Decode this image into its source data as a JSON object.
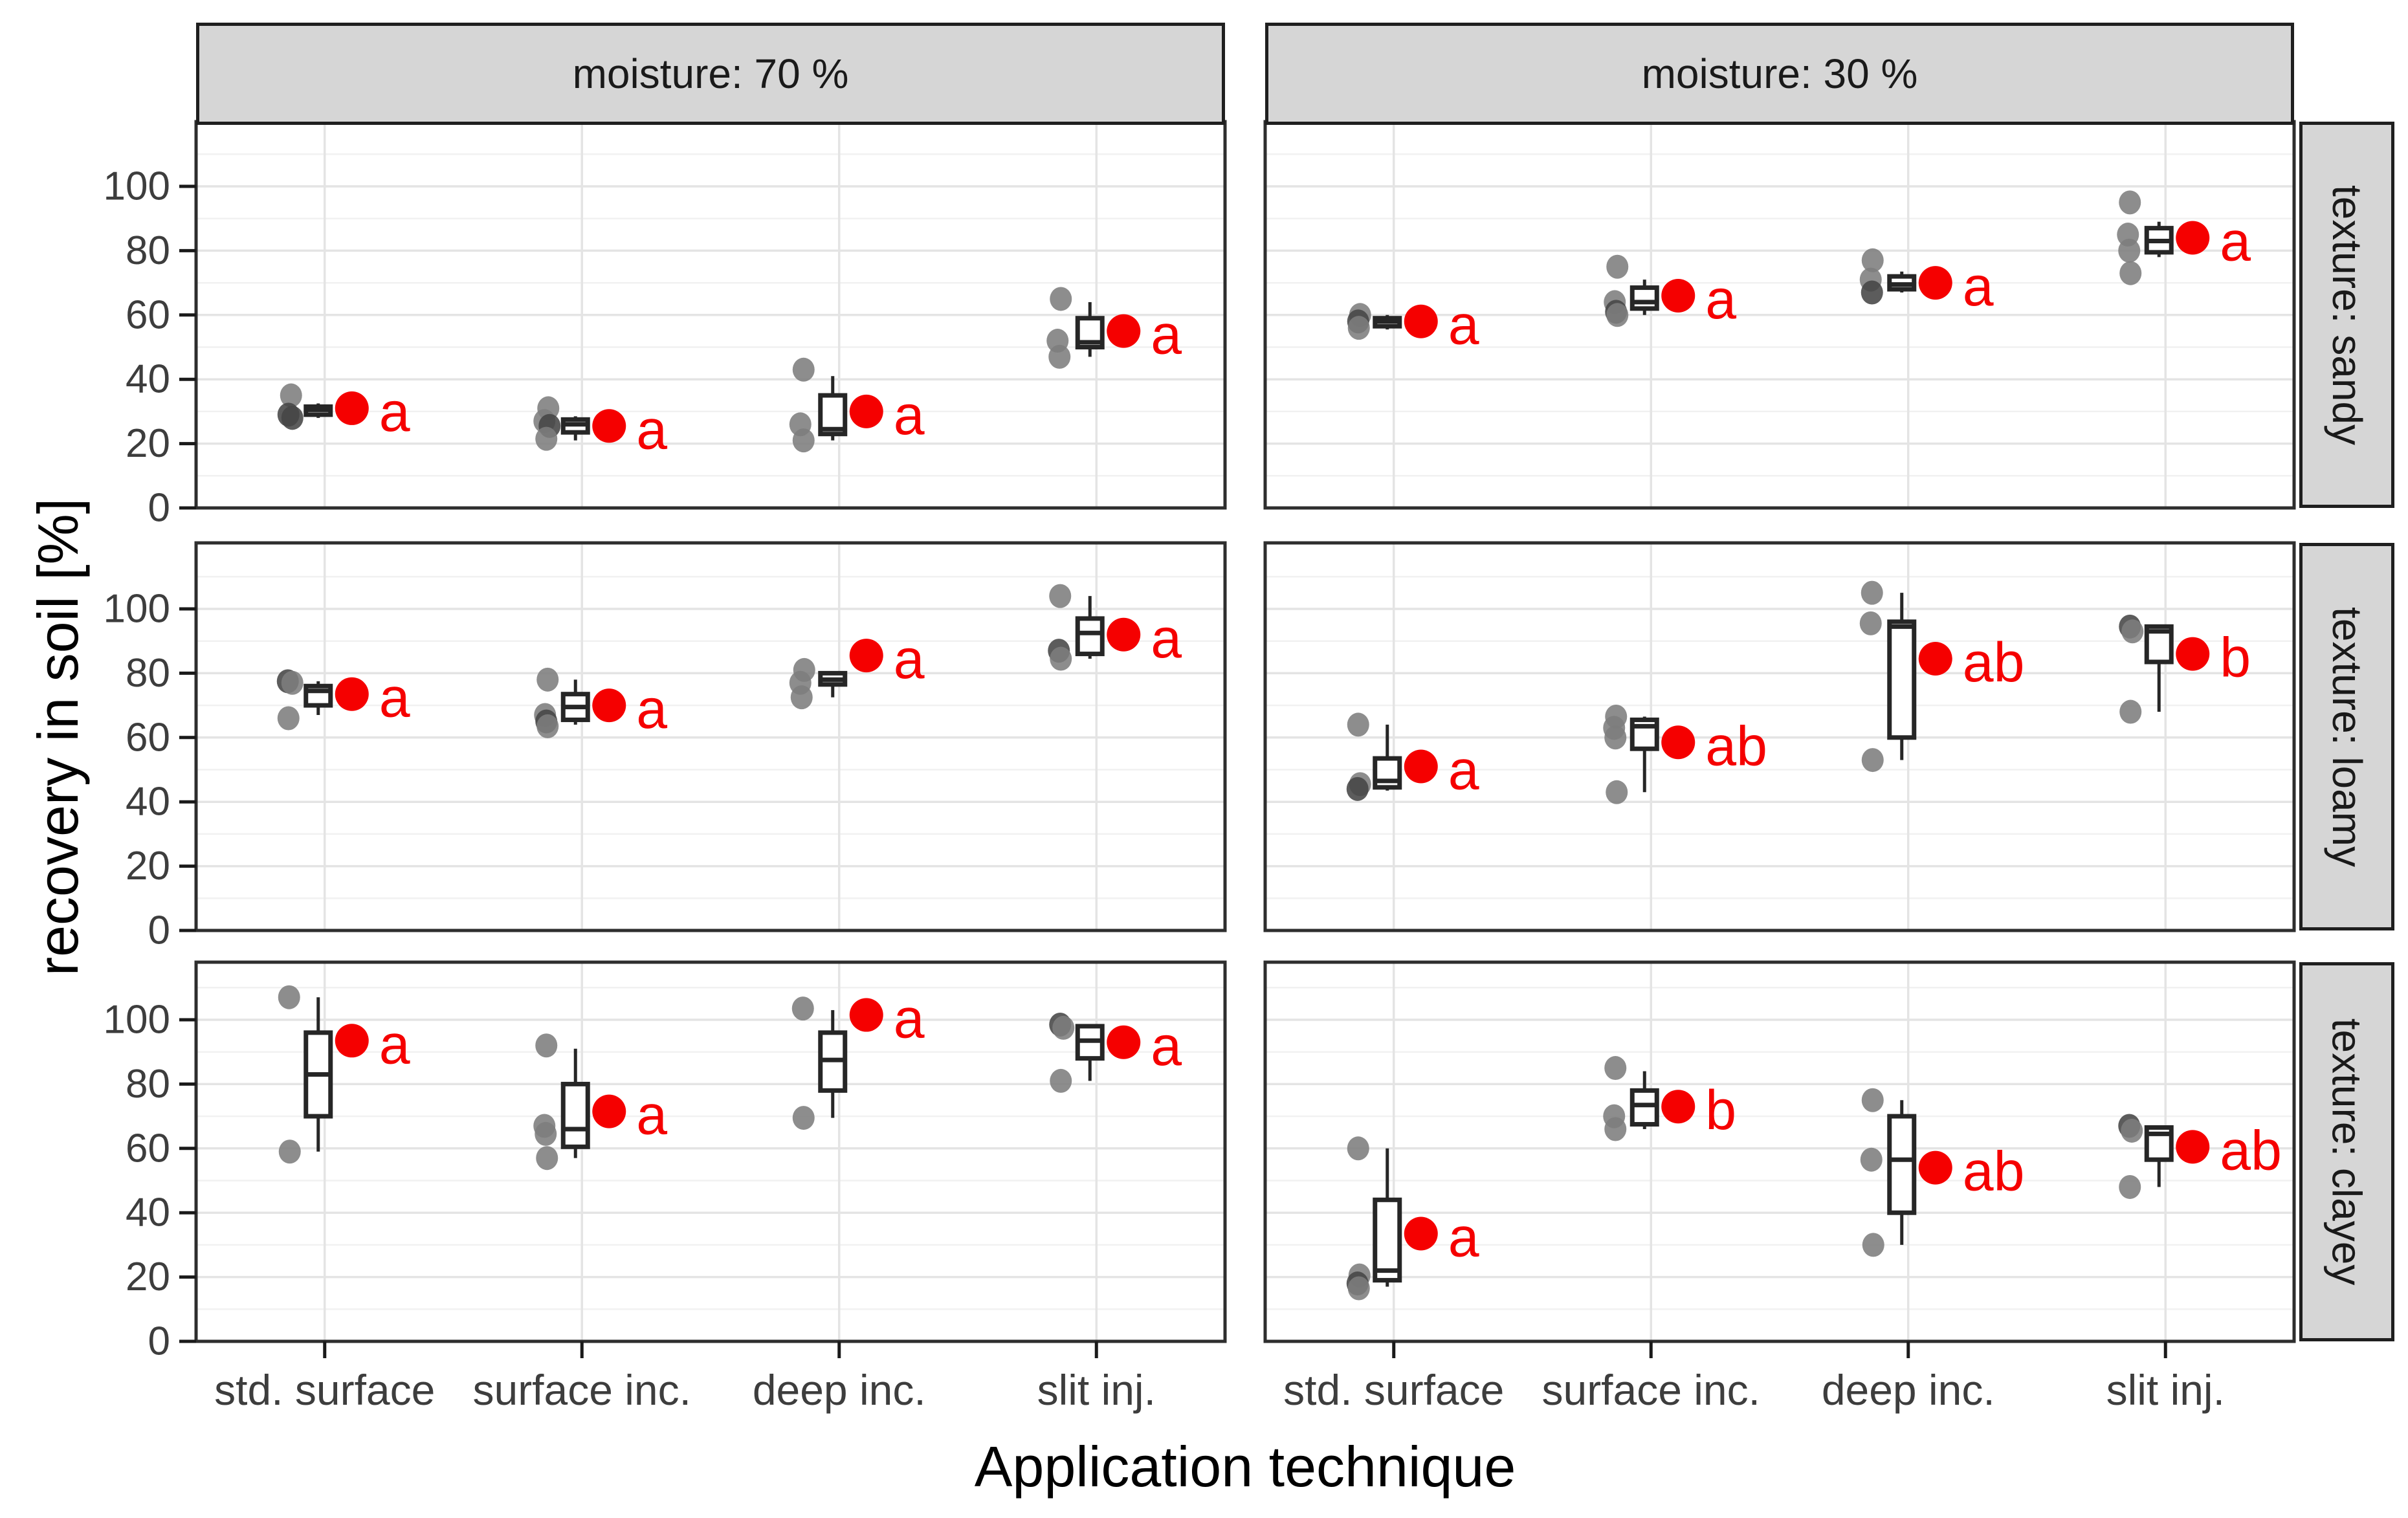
{
  "axes": {
    "y": {
      "title": "recovery in soil [%]",
      "ticks": [
        0,
        20,
        40,
        60,
        80,
        100
      ],
      "unit": "%"
    },
    "x": {
      "title": "Application technique",
      "categories": [
        "std. surface",
        "surface inc.",
        "deep inc.",
        "slit inj."
      ]
    }
  },
  "facets": {
    "col_labels": [
      "moisture: 70 %",
      "moisture: 30 %"
    ],
    "row_labels": [
      "texture: sandy",
      "texture: loamy",
      "texture: clayey"
    ]
  },
  "colors": {
    "mean_point": "#f50000",
    "letter_label": "#f50000",
    "jitter_point": "#7d7d7d",
    "jitter_point_dark": "#454545",
    "box_stroke": "#262626",
    "panel_border": "#2e2e2e",
    "strip_fill": "#d6d6d6",
    "grid_major": "#e4e4e4",
    "grid_minor": "#f1f1f1",
    "tick_label": "#3d3d3d"
  },
  "chart_data": {
    "type": "boxplot",
    "subtype": "boxplot + jittered points + red mean dot + significance letters",
    "categories": [
      "std. surface",
      "surface inc.",
      "deep inc.",
      "slit inj."
    ],
    "ylabel": "recovery in soil [%]",
    "xlabel": "Application technique",
    "ylim": [
      0,
      119
    ],
    "grid": "horizontal every 10, vertical at category centers",
    "panels": [
      {
        "moisture": "70 %",
        "texture": "sandy",
        "groups": [
          {
            "technique": "std. surface",
            "letter": "a",
            "mean": 31,
            "box": {
              "low": 28,
              "q1": 29,
              "median": 30.5,
              "q3": 31.5,
              "high": 32.5
            },
            "points": [
              {
                "v": 35,
                "dx": -52,
                "s": "l"
              },
              {
                "v": 29,
                "dx": -56,
                "s": "d"
              },
              {
                "v": 28,
                "dx": -50,
                "s": "d"
              }
            ]
          },
          {
            "technique": "surface inc.",
            "letter": "a",
            "mean": 25.5,
            "box": {
              "low": 21,
              "q1": 23.5,
              "median": 26,
              "q3": 27.5,
              "high": 28.5
            },
            "points": [
              {
                "v": 31,
                "dx": -52,
                "s": "l"
              },
              {
                "v": 27,
                "dx": -58,
                "s": "l"
              },
              {
                "v": 25.5,
                "dx": -50,
                "s": "d"
              },
              {
                "v": 21.5,
                "dx": -55,
                "s": "l"
              }
            ]
          },
          {
            "technique": "deep inc.",
            "letter": "a",
            "mean": 30,
            "box": {
              "low": 21,
              "q1": 23,
              "median": 24.5,
              "q3": 35,
              "high": 41
            },
            "points": [
              {
                "v": 43,
                "dx": -55,
                "s": "l"
              },
              {
                "v": 26,
                "dx": -60,
                "s": "l"
              },
              {
                "v": 21,
                "dx": -55,
                "s": "l"
              }
            ]
          },
          {
            "technique": "slit inj.",
            "letter": "a",
            "mean": 55,
            "box": {
              "low": 47,
              "q1": 50,
              "median": 51.5,
              "q3": 59,
              "high": 64
            },
            "points": [
              {
                "v": 65,
                "dx": -55,
                "s": "l"
              },
              {
                "v": 52,
                "dx": -60,
                "s": "l"
              },
              {
                "v": 47,
                "dx": -57,
                "s": "l"
              }
            ]
          }
        ]
      },
      {
        "moisture": "30 %",
        "texture": "sandy",
        "groups": [
          {
            "technique": "std. surface",
            "letter": "a",
            "mean": 58,
            "box": {
              "low": 55.5,
              "q1": 56.5,
              "median": 58,
              "q3": 59,
              "high": 60
            },
            "points": [
              {
                "v": 60,
                "dx": -52,
                "s": "l"
              },
              {
                "v": 58,
                "dx": -55,
                "s": "d"
              },
              {
                "v": 56,
                "dx": -54,
                "s": "l"
              }
            ]
          },
          {
            "technique": "surface inc.",
            "letter": "a",
            "mean": 66,
            "box": {
              "low": 60,
              "q1": 62,
              "median": 64,
              "q3": 68.5,
              "high": 71
            },
            "points": [
              {
                "v": 75,
                "dx": -52,
                "s": "l"
              },
              {
                "v": 64,
                "dx": -56,
                "s": "l"
              },
              {
                "v": 61,
                "dx": -54,
                "s": "d"
              },
              {
                "v": 60,
                "dx": -52,
                "s": "l"
              }
            ]
          },
          {
            "technique": "deep inc.",
            "letter": "a",
            "mean": 70,
            "box": {
              "low": 67,
              "q1": 68,
              "median": 69.5,
              "q3": 72,
              "high": 73.5
            },
            "points": [
              {
                "v": 77,
                "dx": -55,
                "s": "l"
              },
              {
                "v": 71,
                "dx": -58,
                "s": "l"
              },
              {
                "v": 67,
                "dx": -56,
                "s": "d"
              }
            ]
          },
          {
            "technique": "slit inj.",
            "letter": "a",
            "mean": 84,
            "box": {
              "low": 78,
              "q1": 79.5,
              "median": 83,
              "q3": 87,
              "high": 89
            },
            "points": [
              {
                "v": 95,
                "dx": -55,
                "s": "l"
              },
              {
                "v": 85,
                "dx": -58,
                "s": "l"
              },
              {
                "v": 80,
                "dx": -56,
                "s": "l"
              },
              {
                "v": 73,
                "dx": -54,
                "s": "l"
              }
            ]
          }
        ]
      },
      {
        "moisture": "70 %",
        "texture": "loamy",
        "groups": [
          {
            "technique": "std. surface",
            "letter": "a",
            "mean": 73.5,
            "box": {
              "low": 67,
              "q1": 70,
              "median": 74.5,
              "q3": 76,
              "high": 77.5
            },
            "points": [
              {
                "v": 77.5,
                "dx": -57,
                "s": "d"
              },
              {
                "v": 77,
                "dx": -50,
                "s": "l"
              },
              {
                "v": 66,
                "dx": -56,
                "s": "l"
              }
            ]
          },
          {
            "technique": "surface inc.",
            "letter": "a",
            "mean": 70,
            "box": {
              "low": 64,
              "q1": 65.5,
              "median": 69.5,
              "q3": 73.5,
              "high": 78
            },
            "points": [
              {
                "v": 78,
                "dx": -53,
                "s": "l"
              },
              {
                "v": 67,
                "dx": -57,
                "s": "l"
              },
              {
                "v": 65,
                "dx": -55,
                "s": "d"
              },
              {
                "v": 63.5,
                "dx": -53,
                "s": "l"
              }
            ]
          },
          {
            "technique": "deep inc.",
            "letter": "a",
            "mean": 85.5,
            "box": {
              "low": 72.5,
              "q1": 76.5,
              "median": 78,
              "q3": 80,
              "high": 80.5
            },
            "points": [
              {
                "v": 81,
                "dx": -54,
                "s": "l"
              },
              {
                "v": 77,
                "dx": -60,
                "s": "l"
              },
              {
                "v": 72.5,
                "dx": -58,
                "s": "l"
              }
            ]
          },
          {
            "technique": "slit inj.",
            "letter": "a",
            "mean": 92,
            "box": {
              "low": 84.5,
              "q1": 86,
              "median": 92.5,
              "q3": 97,
              "high": 104
            },
            "points": [
              {
                "v": 104,
                "dx": -56,
                "s": "l"
              },
              {
                "v": 87,
                "dx": -58,
                "s": "d"
              },
              {
                "v": 84.5,
                "dx": -55,
                "s": "l"
              }
            ]
          }
        ]
      },
      {
        "moisture": "30 %",
        "texture": "loamy",
        "groups": [
          {
            "technique": "std. surface",
            "letter": "a",
            "mean": 51,
            "box": {
              "low": 43.5,
              "q1": 44.5,
              "median": 46.5,
              "q3": 53.5,
              "high": 64
            },
            "points": [
              {
                "v": 64,
                "dx": -55,
                "s": "l"
              },
              {
                "v": 45.5,
                "dx": -52,
                "s": "l"
              },
              {
                "v": 44,
                "dx": -56,
                "s": "d"
              }
            ]
          },
          {
            "technique": "surface inc.",
            "letter": "ab",
            "mean": 58.5,
            "box": {
              "low": 43,
              "q1": 56.5,
              "median": 63.5,
              "q3": 65.5,
              "high": 66.5
            },
            "points": [
              {
                "v": 66.5,
                "dx": -54,
                "s": "l"
              },
              {
                "v": 63,
                "dx": -57,
                "s": "l"
              },
              {
                "v": 60,
                "dx": -55,
                "s": "l"
              },
              {
                "v": 43,
                "dx": -53,
                "s": "l"
              }
            ]
          },
          {
            "technique": "deep inc.",
            "letter": "ab",
            "mean": 84.5,
            "box": {
              "low": 53,
              "q1": 60,
              "median": 94.5,
              "q3": 96,
              "high": 105
            },
            "points": [
              {
                "v": 105,
                "dx": -56,
                "s": "l"
              },
              {
                "v": 95.5,
                "dx": -58,
                "s": "l"
              },
              {
                "v": 53,
                "dx": -55,
                "s": "l"
              }
            ]
          },
          {
            "technique": "slit inj.",
            "letter": "b",
            "mean": 86,
            "box": {
              "low": 68,
              "q1": 83.5,
              "median": 93,
              "q3": 94.5,
              "high": 95
            },
            "points": [
              {
                "v": 94.5,
                "dx": -55,
                "s": "d"
              },
              {
                "v": 93,
                "dx": -51,
                "s": "l"
              },
              {
                "v": 68,
                "dx": -54,
                "s": "l"
              }
            ]
          }
        ]
      },
      {
        "moisture": "70 %",
        "texture": "clayey",
        "groups": [
          {
            "technique": "std. surface",
            "letter": "a",
            "mean": 93.5,
            "box": {
              "low": 59,
              "q1": 70,
              "median": 83,
              "q3": 96,
              "high": 107
            },
            "points": [
              {
                "v": 107,
                "dx": -55,
                "s": "l"
              },
              {
                "v": 59,
                "dx": -54,
                "s": "l"
              }
            ]
          },
          {
            "technique": "surface inc.",
            "letter": "a",
            "mean": 71.5,
            "box": {
              "low": 57,
              "q1": 60.5,
              "median": 66,
              "q3": 80,
              "high": 91
            },
            "points": [
              {
                "v": 92,
                "dx": -55,
                "s": "l"
              },
              {
                "v": 67,
                "dx": -58,
                "s": "l"
              },
              {
                "v": 64.5,
                "dx": -56,
                "s": "l"
              },
              {
                "v": 57,
                "dx": -54,
                "s": "l"
              }
            ]
          },
          {
            "technique": "deep inc.",
            "letter": "a",
            "mean": 101.5,
            "box": {
              "low": 69.5,
              "q1": 78,
              "median": 87.5,
              "q3": 96,
              "high": 103
            },
            "points": [
              {
                "v": 103.5,
                "dx": -56,
                "s": "l"
              },
              {
                "v": 69.5,
                "dx": -55,
                "s": "l"
              }
            ]
          },
          {
            "technique": "slit inj.",
            "letter": "a",
            "mean": 93,
            "box": {
              "low": 81,
              "q1": 88,
              "median": 93.5,
              "q3": 98,
              "high": 98.5
            },
            "points": [
              {
                "v": 98.5,
                "dx": -56,
                "s": "d"
              },
              {
                "v": 97.5,
                "dx": -51,
                "s": "l"
              },
              {
                "v": 81,
                "dx": -55,
                "s": "l"
              }
            ]
          }
        ]
      },
      {
        "moisture": "30 %",
        "texture": "clayey",
        "groups": [
          {
            "technique": "std. surface",
            "letter": "a",
            "mean": 33.5,
            "box": {
              "low": 17,
              "q1": 19,
              "median": 22,
              "q3": 44,
              "high": 60
            },
            "points": [
              {
                "v": 60,
                "dx": -55,
                "s": "l"
              },
              {
                "v": 20.5,
                "dx": -53,
                "s": "l"
              },
              {
                "v": 18,
                "dx": -56,
                "s": "d"
              },
              {
                "v": 16.5,
                "dx": -54,
                "s": "l"
              }
            ]
          },
          {
            "technique": "surface inc.",
            "letter": "b",
            "mean": 73,
            "box": {
              "low": 66,
              "q1": 67.5,
              "median": 73.5,
              "q3": 78,
              "high": 84
            },
            "points": [
              {
                "v": 85,
                "dx": -55,
                "s": "l"
              },
              {
                "v": 70,
                "dx": -57,
                "s": "l"
              },
              {
                "v": 66,
                "dx": -55,
                "s": "l"
              }
            ]
          },
          {
            "technique": "deep inc.",
            "letter": "ab",
            "mean": 54,
            "box": {
              "low": 30,
              "q1": 40,
              "median": 56.5,
              "q3": 70,
              "high": 75
            },
            "points": [
              {
                "v": 75,
                "dx": -55,
                "s": "l"
              },
              {
                "v": 56.5,
                "dx": -57,
                "s": "l"
              },
              {
                "v": 30,
                "dx": -54,
                "s": "l"
              }
            ]
          },
          {
            "technique": "slit inj.",
            "letter": "ab",
            "mean": 60.5,
            "box": {
              "low": 48,
              "q1": 56.5,
              "median": 64.5,
              "q3": 66.5,
              "high": 67
            },
            "points": [
              {
                "v": 67,
                "dx": -56,
                "s": "d"
              },
              {
                "v": 65.5,
                "dx": -52,
                "s": "l"
              },
              {
                "v": 48,
                "dx": -55,
                "s": "l"
              }
            ]
          }
        ]
      }
    ]
  }
}
